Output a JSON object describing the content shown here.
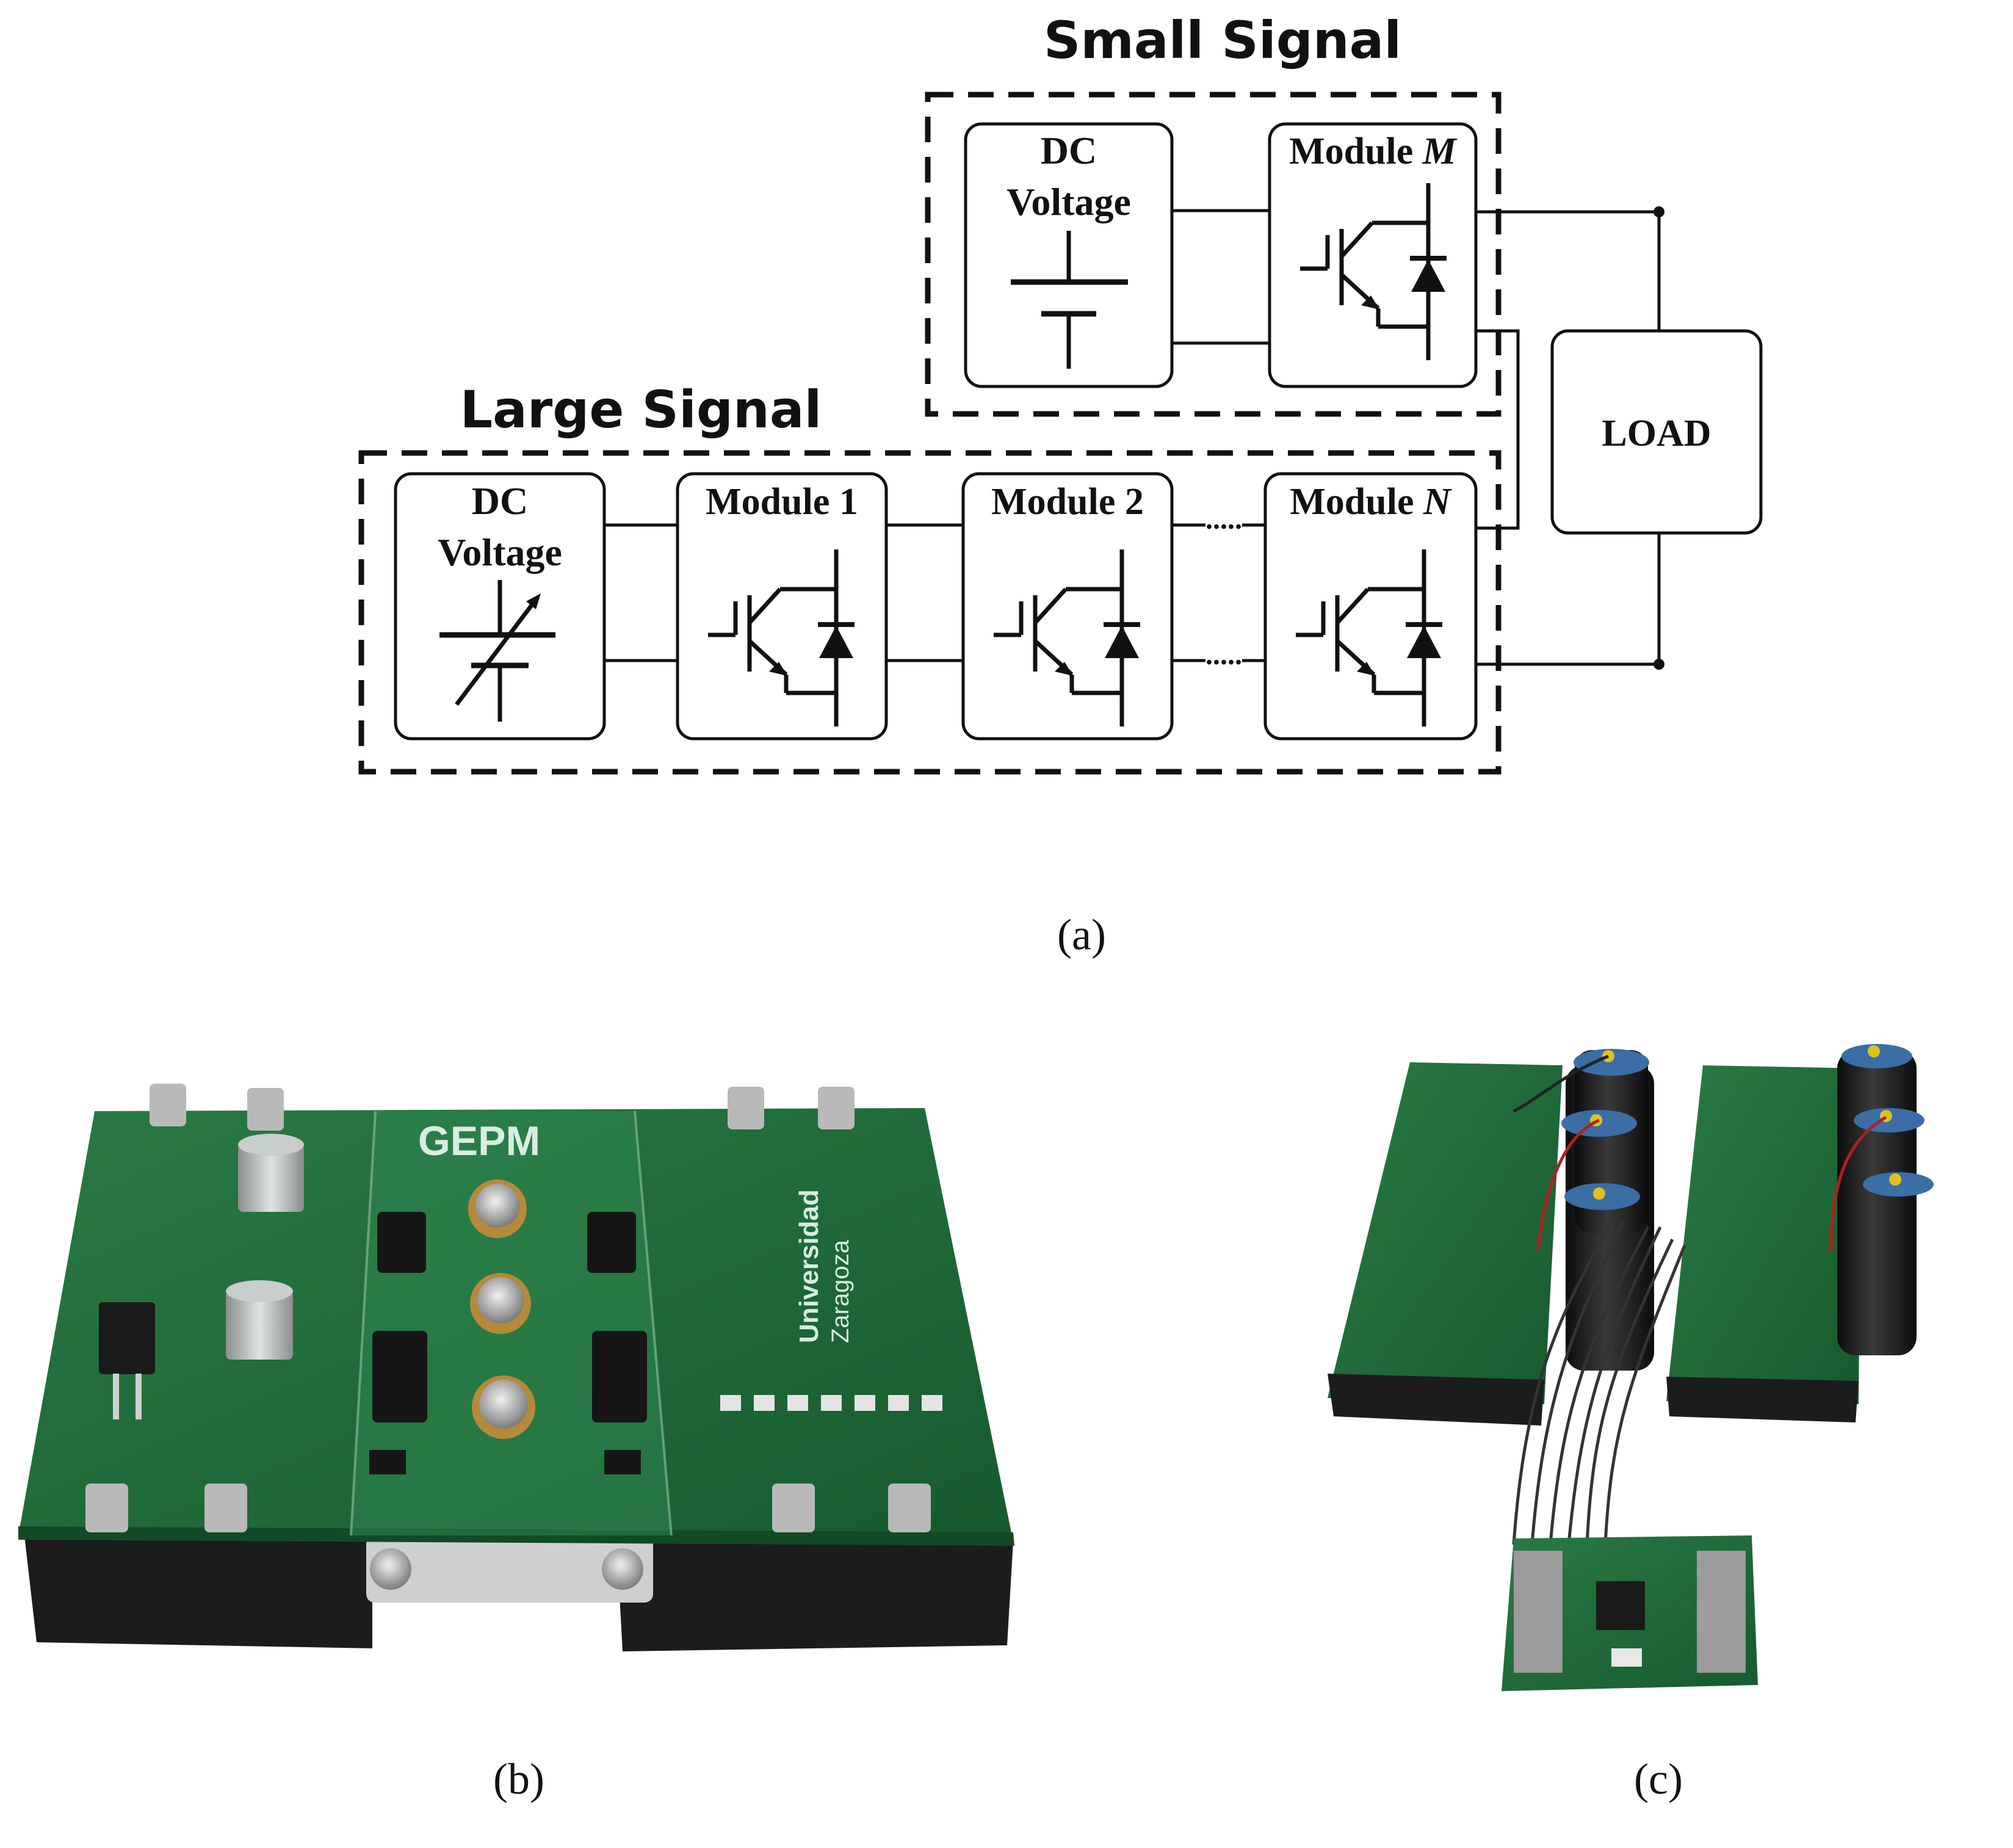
{
  "diagram": {
    "small_signal_group": {
      "title": "Small Signal"
    },
    "large_signal_group": {
      "title": "Large Signal"
    },
    "small_signal_source": {
      "line1": "DC",
      "line2": "Voltage"
    },
    "large_signal_source": {
      "line1": "DC",
      "line2": "Voltage"
    },
    "modules": [
      {
        "id": "module-m",
        "label": "Module ",
        "suffix": "M"
      },
      {
        "id": "module-1",
        "label": "Module 1",
        "suffix": ""
      },
      {
        "id": "module-2",
        "label": "Module 2",
        "suffix": ""
      },
      {
        "id": "module-n",
        "label": "Module ",
        "suffix": "N"
      }
    ],
    "load": {
      "label": "LOAD"
    },
    "ellipsis_top": ".....",
    "ellipsis_bottom": "....."
  },
  "photo_b": {
    "board_label": "GEPM",
    "logo_line1": "Universidad",
    "logo_line2": "Zaragoza"
  },
  "captions": {
    "a": "(a)",
    "b": "(b)",
    "c": "(c)"
  },
  "colors": {
    "line": "#111111",
    "pcb_green": "#1f6b38",
    "capacitor_black": "#1b1b1b",
    "connector_silver": "#b9b9b9"
  }
}
